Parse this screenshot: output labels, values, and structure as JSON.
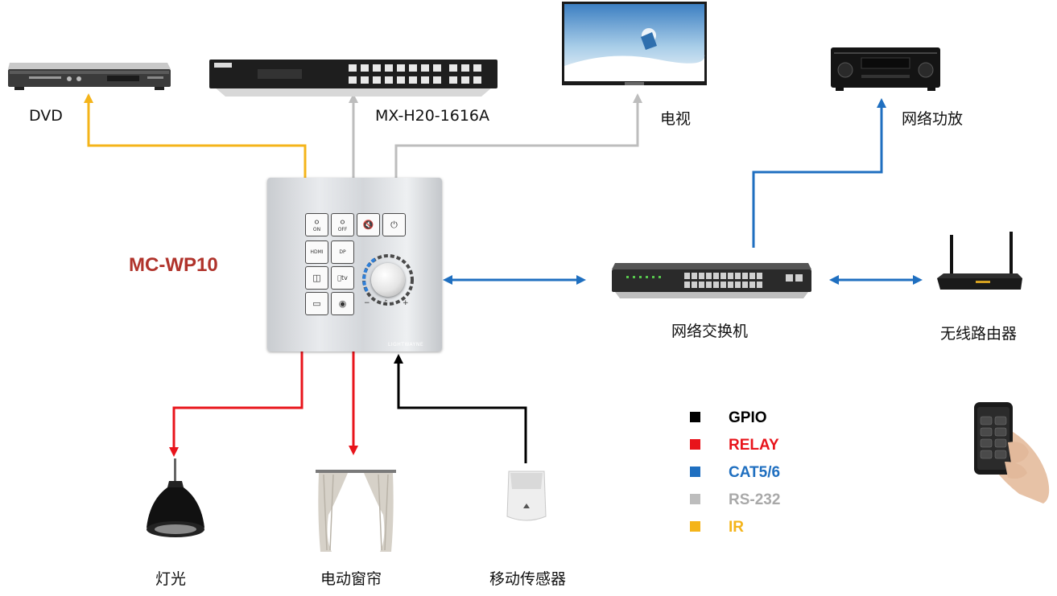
{
  "title": "MC-WP10",
  "devices": {
    "dvd": "DVD",
    "matrix": "MX-H20-1616A",
    "tv": "电视",
    "amp": "网络功放",
    "switch": "网络交换机",
    "router": "无线路由器",
    "light": "灯光",
    "curtain": "电动窗帘",
    "sensor": "移动传感器"
  },
  "panel": {
    "brand": "LIGHTWAYNE",
    "buttons": {
      "on": "ON",
      "off": "OFF",
      "hdmi": "HDMI",
      "dp": "DP",
      "appletv": "tv"
    },
    "vol_minus": "−",
    "vol_plus": "+"
  },
  "legend": [
    {
      "label": "GPIO",
      "color": "#000000"
    },
    {
      "label": "RELAY",
      "color": "#e8141b"
    },
    {
      "label": "CAT5/6",
      "color": "#1f6fc0"
    },
    {
      "label": "RS-232",
      "color": "#a9a9a9"
    },
    {
      "label": "IR",
      "color": "#f4b41a"
    }
  ],
  "colors": {
    "gpio": "#000000",
    "relay": "#e8141b",
    "cat": "#1f6fc0",
    "rs232": "#bdbdbd",
    "ir": "#f4b41a",
    "title": "#b0332b"
  },
  "icons": [
    "dvd-player-icon",
    "matrix-switcher-icon",
    "tv-icon",
    "amplifier-icon",
    "network-switch-icon",
    "router-icon",
    "pendant-lamp-icon",
    "curtain-icon",
    "motion-sensor-icon",
    "smartphone-icon"
  ]
}
